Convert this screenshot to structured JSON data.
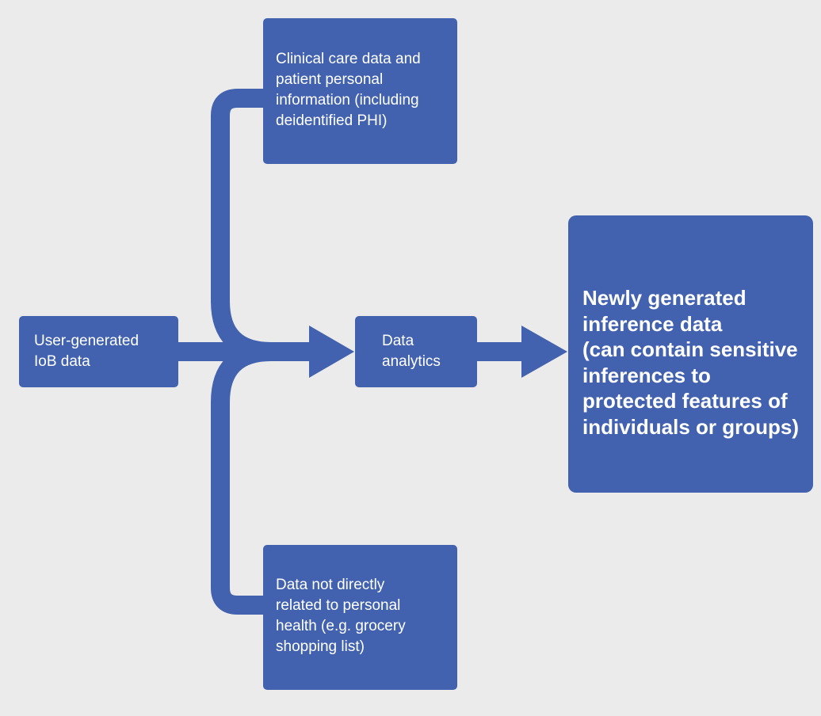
{
  "colors": {
    "background": "#ebebeb",
    "box": "#4262b0",
    "connector": "#4262b0",
    "text": "#ffffff"
  },
  "nodes": {
    "clinical": "Clinical care data and\npatient personal\ninformation (including\ndeidentified PHI)",
    "user_generated": "User-generated\nIoB data",
    "analytics": "Data\nanalytics",
    "other_data": "Data not directly\nrelated to personal\nhealth (e.g. grocery\nshopping list)",
    "inference": "Newly generated\ninference data\n(can contain sensitive\ninferences to\nprotected features of\nindividuals or groups)"
  }
}
